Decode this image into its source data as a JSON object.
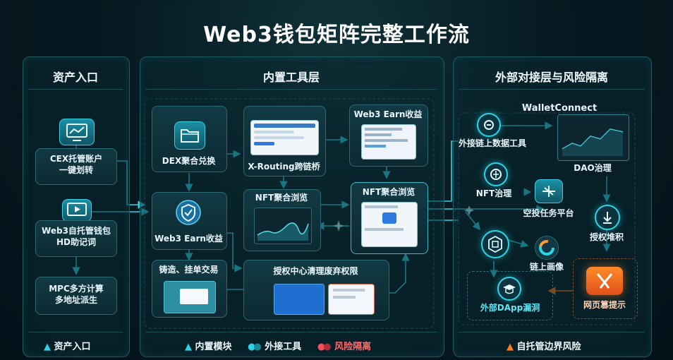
{
  "title": "Web3钱包矩阵完整工作流",
  "left": {
    "title": "资产入口",
    "cex": "CEX托管账户\n一键划转",
    "web3": "Web3自托管钱包\nHD助记词",
    "mpc": "MPC多方计算\n多地址派生",
    "legend": "资产入口"
  },
  "middle": {
    "title": "内置工具层",
    "dex": "DEX聚合兑换",
    "xrouting": "X-Routing跨链桥",
    "earn_top": "Web3 Earn收益",
    "nft_left": "NFT聚合浏览",
    "nft_center": "NFT聚合浏览",
    "earn_main": "Web3 Earn收益",
    "mint": "铸造、挂单交易",
    "auth": "授权中心清理废弃权限",
    "legend_builtin": "内置模块",
    "legend_external": "外接工具",
    "legend_risk": "风险隔离"
  },
  "right": {
    "title": "外部对接层与风险隔离",
    "walletconnect": "WalletConnect",
    "chain_data": "外接链上数据工具",
    "dao": "DAO治理",
    "nft_gov": "NFT治理",
    "airdrop": "空投任务平台",
    "auth_pile": "授权堆积",
    "chain_profile": "链上画像",
    "dapp_bug": "外部DApp漏洞",
    "phish": "网页篡提示",
    "legend": "自托管边界风险"
  },
  "colors": {
    "accent": "#2ad6e8",
    "warn": "#ff7a1a",
    "risk": "#ff4d5e",
    "panel_border": "#1f5a62"
  },
  "icons": {
    "legend_warning": "warning-triangle-icon",
    "monitor": "monitor-icon",
    "video": "video-player-icon",
    "folder": "folder-icon",
    "shield": "shield-check-icon"
  }
}
